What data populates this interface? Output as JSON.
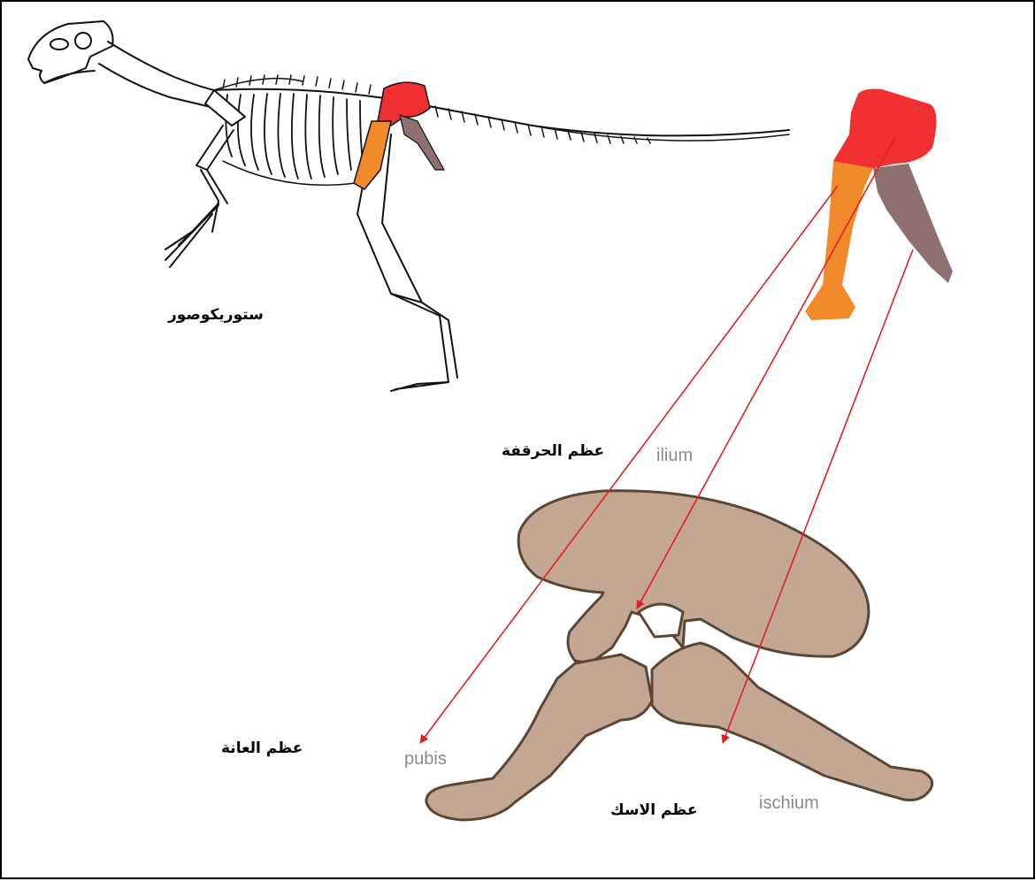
{
  "labels": {
    "dinosaur_name": "ستوريكوصور",
    "ilium_ar": "عظم الحرقفة",
    "pubis_ar": "عظم العانة",
    "ischium_ar": "عظم الاسك",
    "ilium_en": "ilium",
    "pubis_en": "pubis",
    "ischium_en": "ischium"
  },
  "colors": {
    "ilium": "#f03030",
    "pubis": "#f08a2a",
    "ischium": "#8f7070",
    "pelvis_bone": "#c4a792",
    "pelvis_outline": "#5a4636",
    "arrow": "#e02020"
  },
  "icons": {
    "skeleton": "staurikosaurus-skeleton"
  }
}
